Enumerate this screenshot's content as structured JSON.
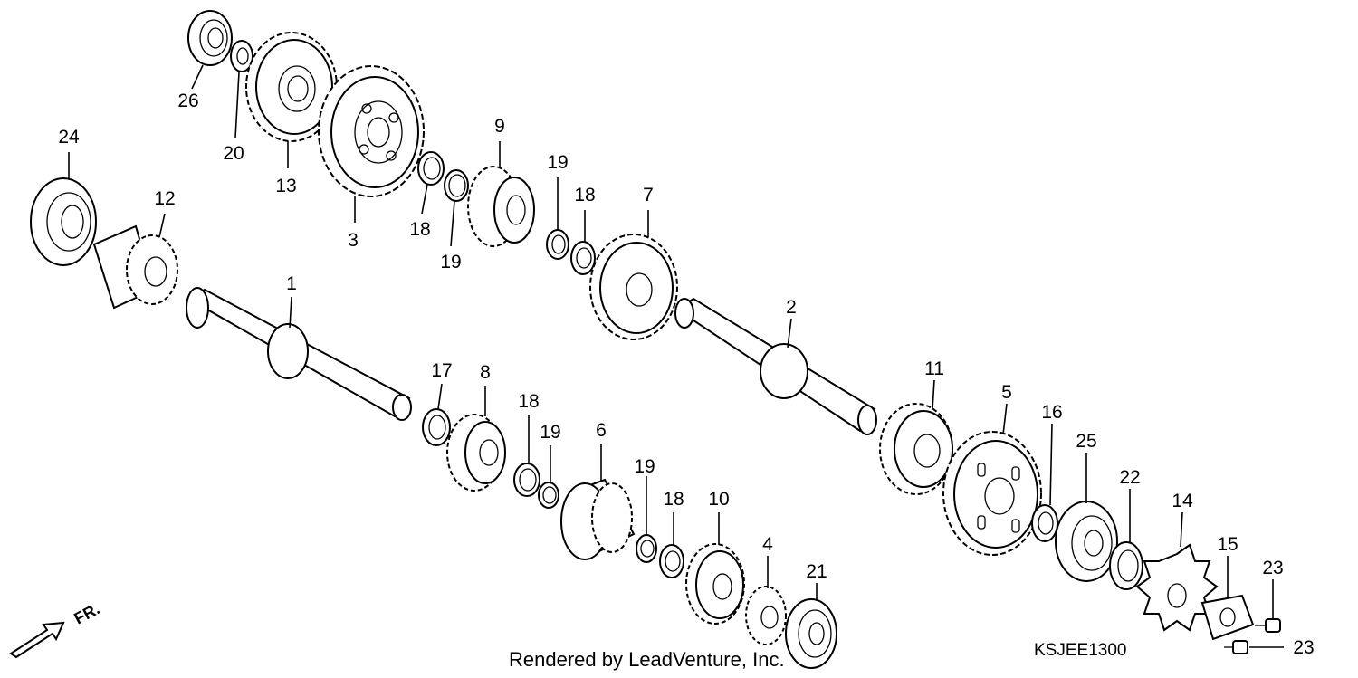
{
  "credit": "Rendered by LeadVenture, Inc.",
  "diagram_code": "KSJEE1300",
  "direction_label": "FR.",
  "callouts": [
    "1",
    "2",
    "3",
    "4",
    "5",
    "6",
    "7",
    "8",
    "9",
    "10",
    "11",
    "12",
    "13",
    "14",
    "15",
    "16",
    "17",
    "18",
    "18",
    "18",
    "18",
    "19",
    "19",
    "19",
    "19",
    "20",
    "21",
    "22",
    "23",
    "23",
    "24",
    "25",
    "26"
  ]
}
